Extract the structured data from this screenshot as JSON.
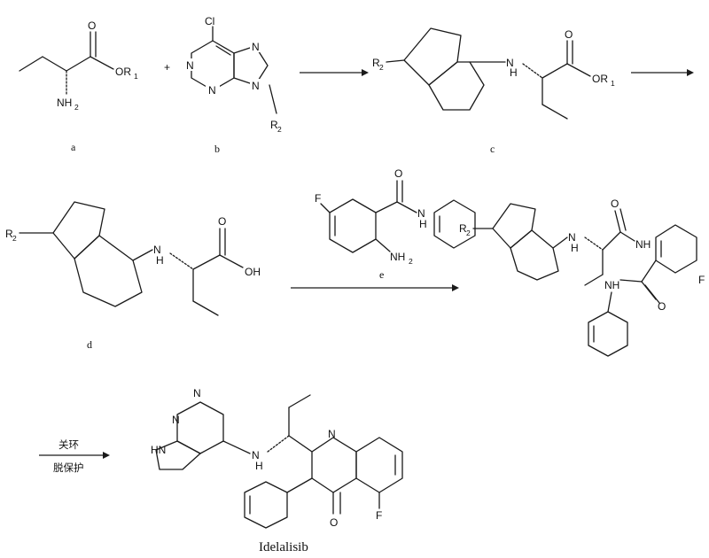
{
  "compounds": {
    "a": {
      "label": "a",
      "atoms": {
        "ester": "OR",
        "ester_sub": "1",
        "amine": "NH",
        "amine_sub": "2"
      }
    },
    "b": {
      "label": "b",
      "atoms": {
        "cl": "Cl",
        "n1": "N",
        "n2": "N",
        "n3": "N",
        "n4": "N",
        "r": "R",
        "r_sub": "2"
      }
    },
    "c": {
      "label": "c",
      "atoms": {
        "r": "R",
        "r_sub": "2",
        "n": "N",
        "nh": "N",
        "h": "H",
        "o": "O",
        "ester": "OR",
        "ester_sub": "1"
      }
    },
    "d": {
      "label": "d",
      "atoms": {
        "r": "R",
        "r_sub": "2",
        "n": "N",
        "nh": "N",
        "h": "H",
        "o": "O",
        "oh": "OH"
      }
    },
    "e": {
      "label": "e",
      "atoms": {
        "f": "F",
        "o": "O",
        "nh": "N",
        "h": "H",
        "nh2": "NH",
        "nh2_sub": "2"
      }
    },
    "amide": {
      "atoms": {
        "r": "R",
        "r_sub": "2",
        "n": "N",
        "nh": "N",
        "h": "H",
        "o": "O",
        "nh_amide": "NH",
        "f": "F"
      }
    },
    "product": {
      "name": "Idelalisib",
      "atoms": {
        "n": "N",
        "hn": "HN",
        "h": "H",
        "o": "O",
        "f": "F"
      }
    }
  },
  "plus_sign": "+",
  "arrows": {
    "step3": {
      "above": "",
      "below": ""
    },
    "step4": {
      "line1": "关环",
      "line2": "脱保护"
    }
  }
}
